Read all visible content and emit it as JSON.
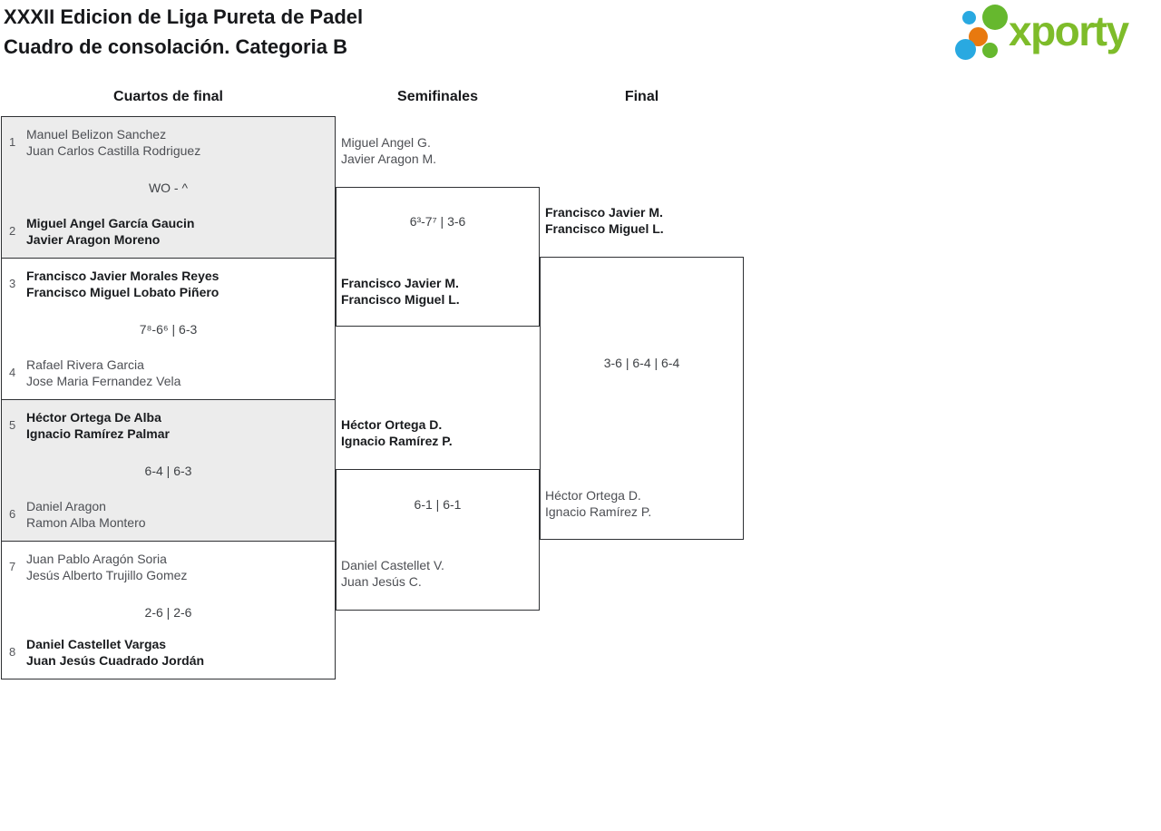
{
  "header": {
    "title_line1": "XXXII Edicion de Liga Pureta de Padel",
    "title_line2": "Cuadro de consolación. Categoria B"
  },
  "logo": {
    "text": "xporty",
    "text_color": "#7ebc2a",
    "dot_blue": "#29a9e1",
    "dot_green": "#66b82e",
    "dot_orange": "#e8790f"
  },
  "columns": {
    "quarterfinals": "Cuartos de final",
    "semifinals": "Semifinales",
    "final": "Final"
  },
  "bracket": {
    "quarterfinals": [
      {
        "seed_top": "1",
        "team_top_line1": "Manuel Belizon Sanchez",
        "team_top_line2": "Juan Carlos Castilla Rodriguez",
        "top_winner": false,
        "score": "WO - ^",
        "seed_bottom": "2",
        "team_bottom_line1": "Miguel Angel García Gaucin",
        "team_bottom_line2": "Javier Aragon Moreno",
        "bottom_winner": true
      },
      {
        "seed_top": "3",
        "team_top_line1": "Francisco Javier Morales Reyes",
        "team_top_line2": "Francisco Miguel Lobato Piñero",
        "top_winner": true,
        "score": "7⁸-6⁶ | 6-3",
        "seed_bottom": "4",
        "team_bottom_line1": "Rafael Rivera Garcia",
        "team_bottom_line2": "Jose Maria Fernandez Vela",
        "bottom_winner": false
      },
      {
        "seed_top": "5",
        "team_top_line1": "Héctor Ortega De Alba",
        "team_top_line2": "Ignacio Ramírez Palmar",
        "top_winner": true,
        "score": "6-4 | 6-3",
        "seed_bottom": "6",
        "team_bottom_line1": "Daniel Aragon",
        "team_bottom_line2": "Ramon Alba Montero",
        "bottom_winner": false
      },
      {
        "seed_top": "7",
        "team_top_line1": "Juan Pablo Aragón Soria",
        "team_top_line2": "Jesús Alberto Trujillo Gomez",
        "top_winner": false,
        "score": "2-6 | 2-6",
        "seed_bottom": "8",
        "team_bottom_line1": "Daniel Castellet Vargas",
        "team_bottom_line2": "Juan Jesús Cuadrado Jordán",
        "bottom_winner": true
      }
    ],
    "semifinals": [
      {
        "team_top_line1": "Miguel Angel G.",
        "team_top_line2": "Javier Aragon M.",
        "top_winner": false,
        "score": "6³-7⁷ | 3-6",
        "team_bottom_line1": "Francisco Javier M.",
        "team_bottom_line2": "Francisco Miguel L.",
        "bottom_winner": true
      },
      {
        "team_top_line1": "Héctor Ortega D.",
        "team_top_line2": "Ignacio Ramírez P.",
        "top_winner": true,
        "score": "6-1 | 6-1",
        "team_bottom_line1": "Daniel Castellet V.",
        "team_bottom_line2": "Juan Jesús C.",
        "bottom_winner": false
      }
    ],
    "final": {
      "team_top_line1": "Francisco Javier M.",
      "team_top_line2": "Francisco Miguel L.",
      "top_winner": true,
      "score": "3-6 | 6-4 | 6-4",
      "team_bottom_line1": "Héctor Ortega D.",
      "team_bottom_line2": "Ignacio Ramírez P.",
      "bottom_winner": false
    }
  }
}
